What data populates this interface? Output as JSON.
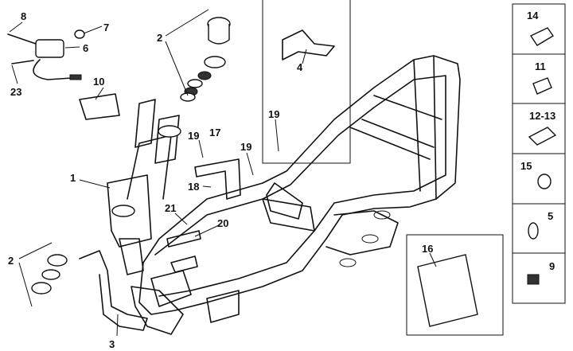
{
  "diagram": {
    "callouts": {
      "c8": "8",
      "c7": "7",
      "c6": "6",
      "c23": "23",
      "c10": "10",
      "c2_top": "2",
      "c4": "4",
      "c19_a": "19",
      "c19_b": "19",
      "c17": "17",
      "c19_c": "19",
      "c18": "18",
      "c1": "1",
      "c21": "21",
      "c20": "20",
      "c2_bottom": "2",
      "c3": "3",
      "c16": "16"
    },
    "side_panel": [
      "14",
      "11",
      "12-13",
      "15",
      "5",
      "9"
    ],
    "colors": {
      "line": "#111111",
      "background": "#ffffff"
    }
  }
}
